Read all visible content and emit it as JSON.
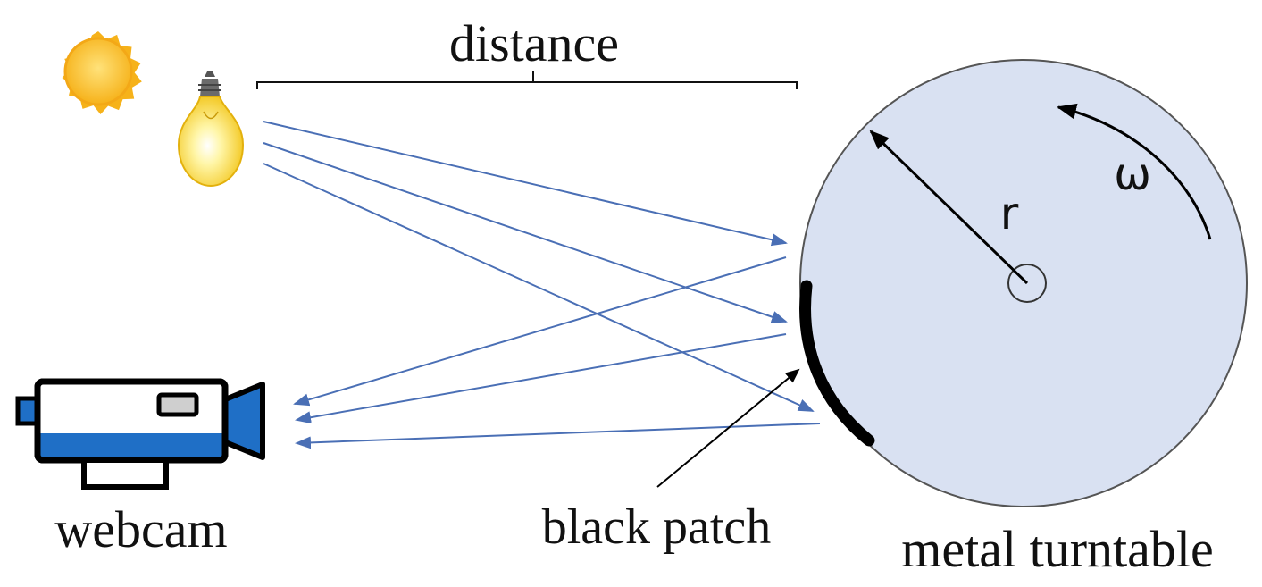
{
  "labels": {
    "distance": "distance",
    "webcam": "webcam",
    "black_patch": "black patch",
    "metal_turntable": "metal turntable",
    "radius": "r",
    "omega": "ω"
  },
  "icons": {
    "sun": "sun-icon",
    "bulb": "light-bulb-icon",
    "camera": "video-camera-icon"
  },
  "colors": {
    "ray": "#4a6fb5",
    "turntable_fill": "#d9e1f2",
    "turntable_stroke": "#555555",
    "camera_blue": "#1f6fc6",
    "sun": "#f6b21a",
    "patch": "#000000"
  }
}
